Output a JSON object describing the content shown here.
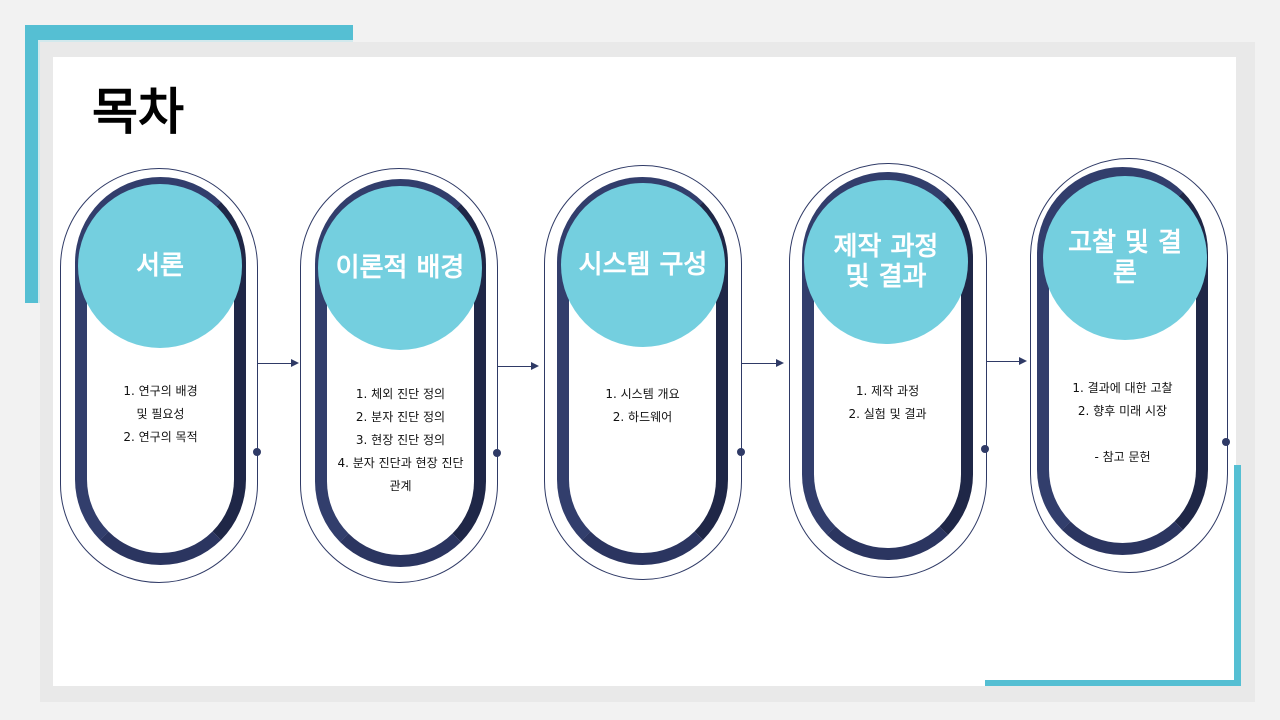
{
  "title": "목차",
  "sections": [
    {
      "heading": "서론",
      "items": [
        "1. 연구의 배경",
        "및 필요성",
        "2. 연구의 목적"
      ]
    },
    {
      "heading": "이론적 배경",
      "items": [
        "1. 체외 진단 정의",
        "2. 분자 진단 정의",
        "3. 현장 진단 정의",
        "4. 분자 진단과 현장 진단",
        "관계"
      ]
    },
    {
      "heading": "시스템 구성",
      "items": [
        "1. 시스템 개요",
        "2. 하드웨어"
      ]
    },
    {
      "heading": "제작 과정 및 결과",
      "items": [
        "1. 제작 과정",
        "2. 실험 및 결과"
      ]
    },
    {
      "heading": "고찰 및 결론",
      "items": [
        "1. 결과에 대한 고찰",
        "2. 향후 미래 시장",
        "",
        "- 참고 문헌"
      ]
    }
  ],
  "colors": {
    "accent": "#55bfd3",
    "circle": "#74cfdf",
    "navy": "#323e6c"
  }
}
